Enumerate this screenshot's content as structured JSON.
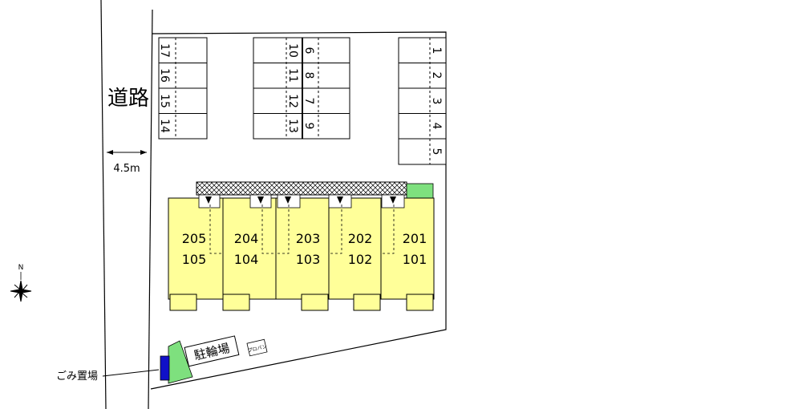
{
  "road": {
    "label": "道路",
    "width": "4.5m"
  },
  "compass": {
    "north": "N"
  },
  "parking": {
    "left": [
      "17",
      "16",
      "15",
      "14"
    ],
    "middle_a": [
      "6",
      "8",
      "7",
      "9"
    ],
    "middle_b": [
      "10",
      "11",
      "12",
      "13"
    ],
    "right": [
      "1",
      "2",
      "3",
      "4",
      "5"
    ]
  },
  "units": [
    {
      "upper": "205",
      "lower": "105"
    },
    {
      "upper": "204",
      "lower": "104"
    },
    {
      "upper": "203",
      "lower": "103"
    },
    {
      "upper": "202",
      "lower": "102"
    },
    {
      "upper": "201",
      "lower": "101"
    }
  ],
  "bicycle_parking": "駐輪場",
  "propane": "プロパン",
  "garbage": "ごみ置場",
  "colors": {
    "building": "#ffff99",
    "green": "#7ee07e",
    "garbage_box": "#1010c8",
    "lines": "#000000"
  }
}
